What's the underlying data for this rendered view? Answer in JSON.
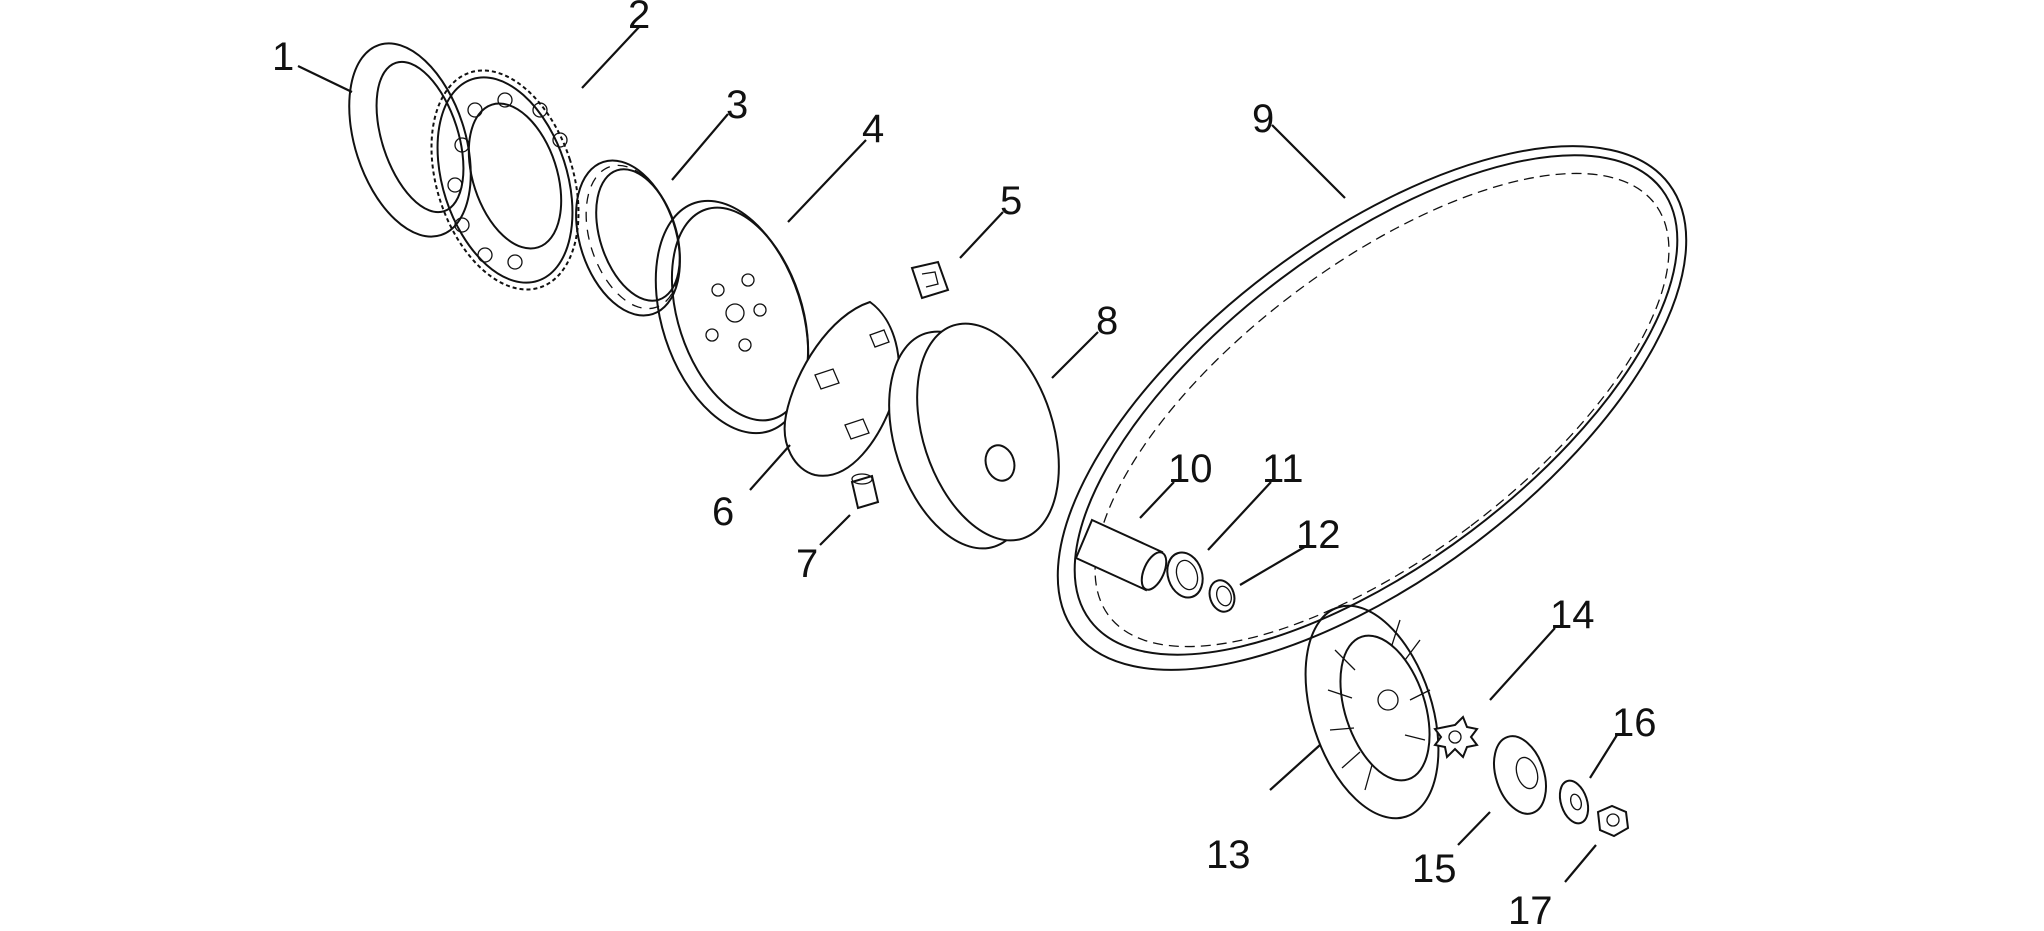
{
  "diagram": {
    "callouts": [
      {
        "id": 1,
        "label": "1"
      },
      {
        "id": 2,
        "label": "2"
      },
      {
        "id": 3,
        "label": "3"
      },
      {
        "id": 4,
        "label": "4"
      },
      {
        "id": 5,
        "label": "5"
      },
      {
        "id": 6,
        "label": "6"
      },
      {
        "id": 7,
        "label": "7"
      },
      {
        "id": 8,
        "label": "8"
      },
      {
        "id": 9,
        "label": "9"
      },
      {
        "id": 10,
        "label": "10"
      },
      {
        "id": 11,
        "label": "11"
      },
      {
        "id": 12,
        "label": "12"
      },
      {
        "id": 13,
        "label": "13"
      },
      {
        "id": 14,
        "label": "14"
      },
      {
        "id": 15,
        "label": "15"
      },
      {
        "id": 16,
        "label": "16"
      },
      {
        "id": 17,
        "label": "17"
      }
    ]
  }
}
